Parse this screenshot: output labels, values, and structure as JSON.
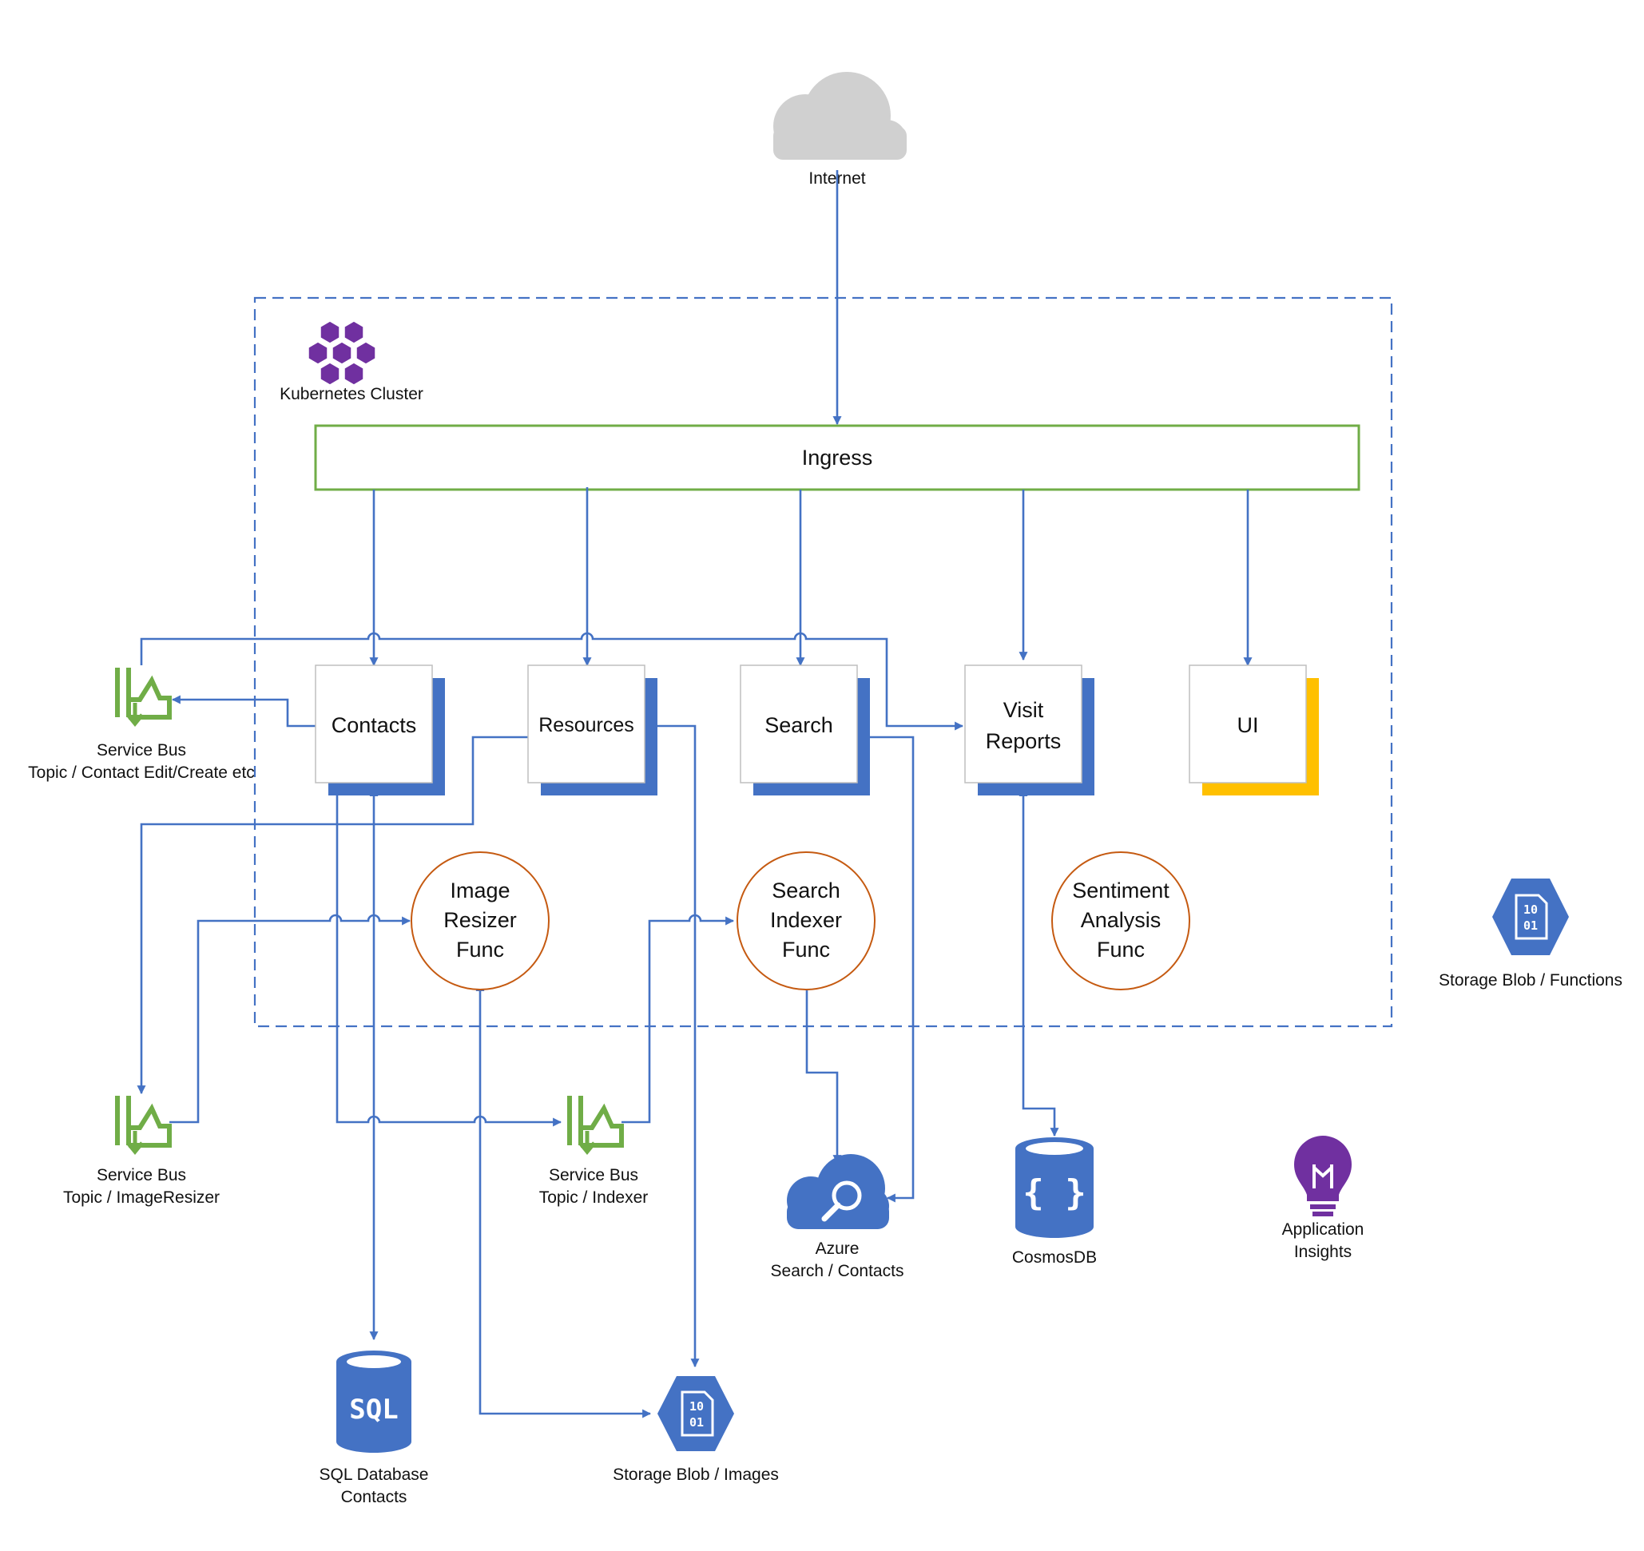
{
  "nodes": {
    "internet": "Internet",
    "cluster": "Kubernetes Cluster",
    "ingress": "Ingress",
    "contacts": "Contacts",
    "resources": "Resources",
    "search": "Search",
    "visit_reports": [
      "Visit",
      "Reports"
    ],
    "ui": "UI",
    "image_resizer": [
      "Image",
      "Resizer",
      "Func"
    ],
    "search_indexer": [
      "Search",
      "Indexer",
      "Func"
    ],
    "sentiment": [
      "Sentiment",
      "Analysis",
      "Func"
    ],
    "sb_contact": [
      "Service Bus",
      "Topic / Contact Edit/Create etc"
    ],
    "sb_resizer": [
      "Service Bus",
      "Topic /  ImageResizer"
    ],
    "sb_indexer": [
      "Service Bus",
      "Topic / Indexer"
    ],
    "sql": [
      "SQL Database",
      "Contacts"
    ],
    "blob_images": "Storage Blob / Images",
    "azure_search": [
      "Azure",
      "Search / Contacts"
    ],
    "cosmos": "CosmosDB",
    "app_insights": [
      "Application",
      "Insights"
    ],
    "blob_functions": "Storage Blob / Functions"
  },
  "icon_text": {
    "sql": "SQL",
    "blob_bits": [
      "10",
      "01"
    ],
    "cosmos_braces": "{ }"
  },
  "colors": {
    "connector": "#4472c4",
    "cluster_border": "#4472c4",
    "ingress_border": "#70ad47",
    "service_shadow": "#4472c4",
    "ui_shadow": "#ffc000",
    "func_border": "#c55a11",
    "service_bus": "#70ad47",
    "azure_blue": "#4472c4",
    "kubernetes": "#7030a0",
    "insights": "#7030a0",
    "cloud": "#d0d0d0"
  }
}
